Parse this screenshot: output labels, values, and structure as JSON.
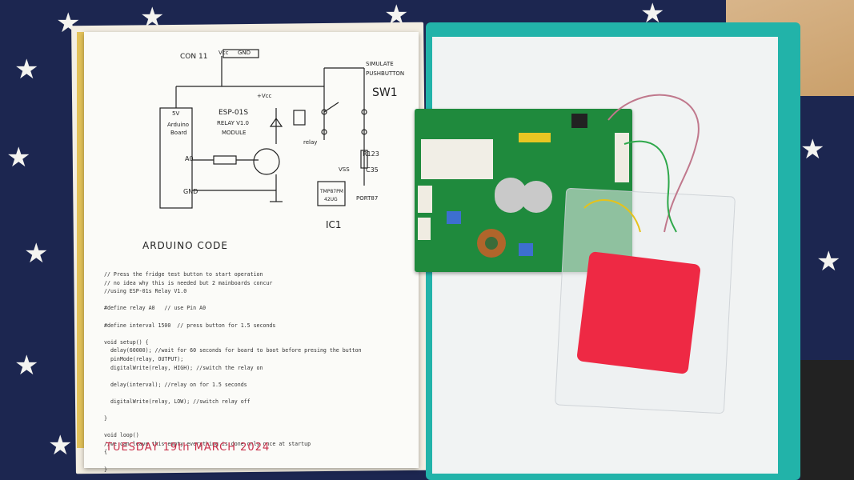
{
  "photo": {
    "schematic": {
      "labels": [
        "CON 11",
        "Vcc",
        "GND",
        "SIMULATE",
        "PUSHBUTTON",
        "SW1",
        "5V",
        "Arduino",
        "Board",
        "A0",
        "GND",
        "ESP-01S",
        "RELAY V1.0",
        "MODULE",
        "+Vcc",
        "relay",
        "R123",
        "VSS",
        "C35",
        "TMP87PM",
        "42UG",
        "PORT87",
        "IC1"
      ],
      "arduino_code_title": "ARDUINO CODE"
    },
    "code_lines": [
      "// Press the fridge test button to start operation",
      "// no idea why this is needed but 2 mainboards concur",
      "//using ESP-01s Relay V1.0",
      "",
      "#define relay A0   // use Pin A0",
      "",
      "#define interval 1500  // press button for 1.5 seconds",
      "",
      "void setup() {",
      "  delay(60000); //wait for 60 seconds for board to boot before presing the button",
      "  pinMode(relay, OUTPUT);",
      "  digitalWrite(relay, HIGH); //switch the relay on",
      "",
      "  delay(interval); //relay on for 1.5 seconds",
      "",
      "  digitalWrite(relay, LOW); //switch relay off",
      "",
      "}",
      "",
      "void loop()",
      "//we can leave this empty everything is done only once at startup",
      "{",
      "",
      "}"
    ],
    "date": "TUESDAY 19th MARCH 2024",
    "colors": {
      "background": "#1c2650",
      "folder": "#22b3a9",
      "pcb": "#1f8a3d",
      "foam": "#ee2944",
      "date_ink": "#c8304a"
    }
  }
}
